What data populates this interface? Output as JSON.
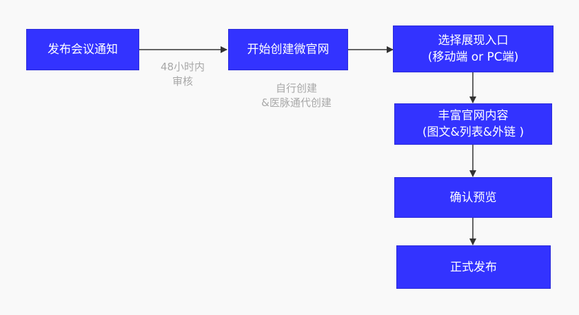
{
  "nodes": {
    "publish_notice": "发布会议通知",
    "start_build": "开始创建微官网",
    "choose_entry": [
      "选择展现入口",
      "(移动端 or PC端)"
    ],
    "enrich_content": [
      "丰富官网内容",
      "(图文&列表&外链 )"
    ],
    "confirm_preview": "确认预览",
    "official_publish": "正式发布"
  },
  "edge_labels": {
    "review": [
      "48小时内",
      "审核"
    ],
    "build_options": [
      "自行创建",
      "&医脉通代创建"
    ]
  },
  "colors": {
    "node_fill": "#3333ff",
    "node_text": "#ffffff",
    "edge": "#333333",
    "label_text": "#a8a8a8",
    "background": "#f9f9f9"
  }
}
